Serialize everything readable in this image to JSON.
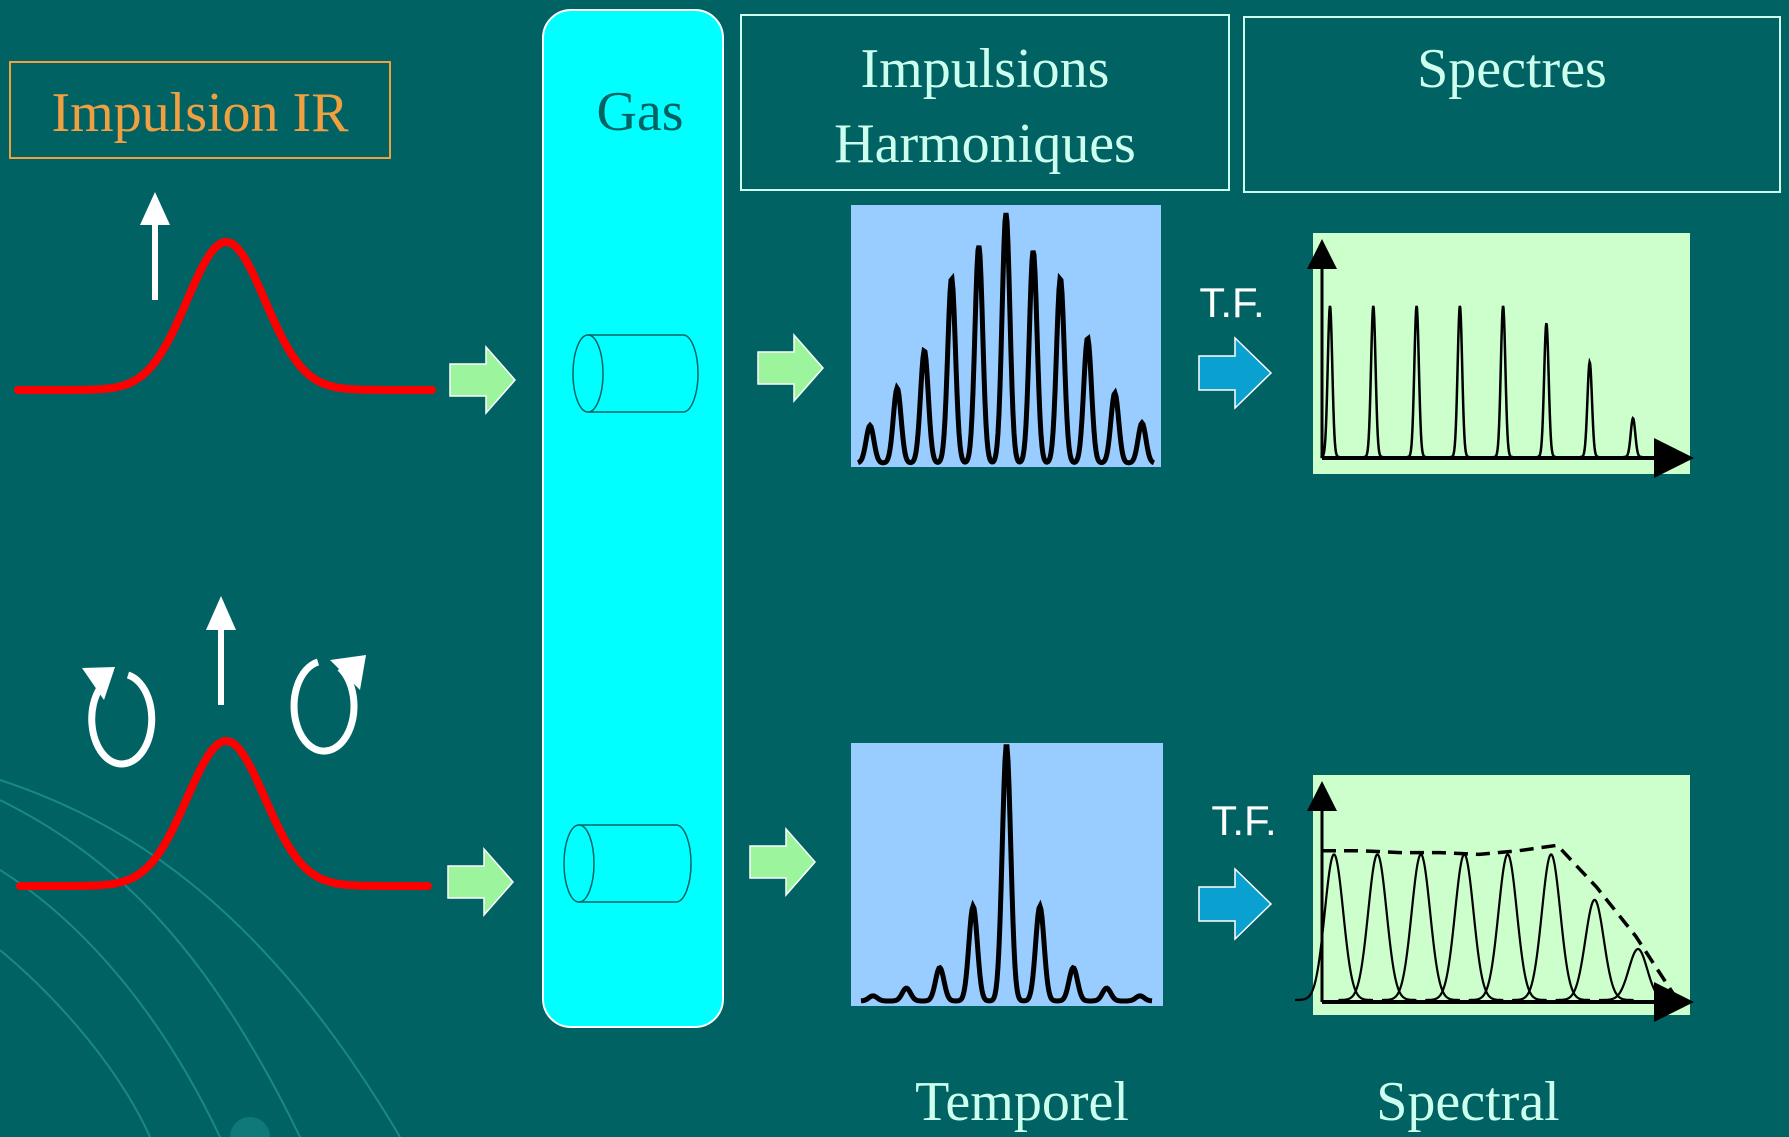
{
  "labels": {
    "impulsion_ir": "Impulsion IR",
    "gas": "Gas",
    "impulsions_line1": "Impulsions",
    "impulsions_line2": "Harmoniques",
    "spectres": "Spectres",
    "tf_top": "T.F.",
    "tf_bottom": "T.F.",
    "temporel": "Temporel",
    "spectral": "Spectral"
  },
  "colors": {
    "background": "#006263",
    "ir_title": "#F0A040",
    "gas_column": "#00FFFF",
    "pulse_curve": "#FF0000",
    "green_arrow": "#9CF59C",
    "blue_arrow": "#0AA0D0",
    "temporal_panel": "#99CCFF",
    "spectral_panel": "#CCFFCC",
    "text_light": "#CCFFEE"
  },
  "icons": {
    "linear_polarization": "up-arrow-icon",
    "circular_left": "counterclockwise-circle-arrow-icon",
    "circular_right": "clockwise-circle-arrow-icon",
    "flow": "right-block-arrow-icon"
  },
  "chart_data": [
    {
      "id": "temporal-top",
      "type": "line",
      "description_kind": "pulse-train",
      "series": [
        {
          "peaks": [
            0.15,
            0.3,
            0.45,
            0.74,
            0.87,
            1.0,
            0.85,
            0.74,
            0.5,
            0.28,
            0.16
          ]
        }
      ]
    },
    {
      "id": "spectral-top",
      "type": "line",
      "series": [
        {
          "peaks": [
            0.7,
            0.7,
            0.7,
            0.7,
            0.7,
            0.62,
            0.44,
            0.18
          ]
        }
      ]
    },
    {
      "id": "temporal-bottom",
      "type": "line",
      "series": [
        {
          "peaks": [
            0.02,
            0.05,
            0.13,
            0.37,
            1.0,
            0.37,
            0.13,
            0.05,
            0.02
          ]
        }
      ]
    },
    {
      "id": "spectral-bottom",
      "type": "line",
      "series": [
        {
          "peaks": [
            0.8,
            0.8,
            0.8,
            0.8,
            0.8,
            0.8,
            0.55,
            0.28
          ]
        },
        {
          "envelope": [
            0.82,
            0.82,
            0.81,
            0.81,
            0.8,
            0.82,
            0.85,
            0.62,
            0.35,
            0.02
          ]
        }
      ]
    }
  ]
}
